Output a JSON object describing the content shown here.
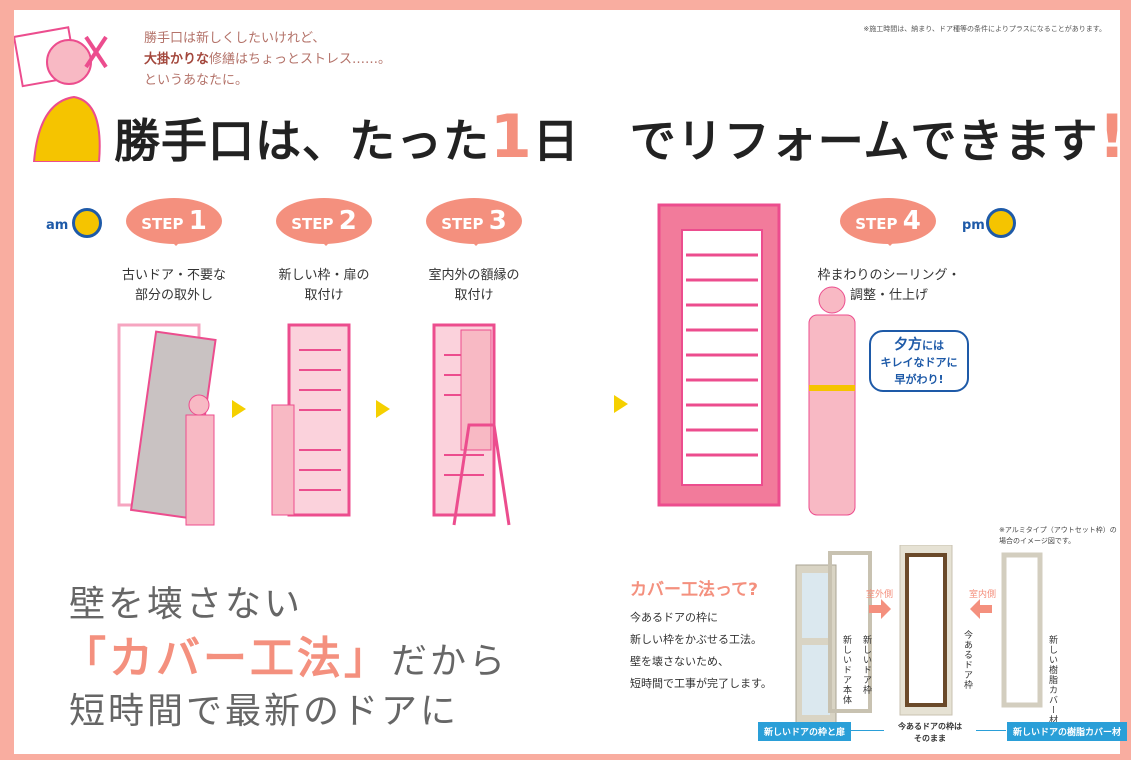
{
  "intro": {
    "line1": "勝手口は新しくしたいけれど、",
    "line2_bold": "大掛かりな",
    "line2_rest": "修繕はちょっとストレス……。",
    "line3": "というあなたに。"
  },
  "note": "※施工時間は、納まり、ドア種等の条件によりプラスになることがあります。",
  "title": {
    "part1": "勝手口は、たった",
    "num": "1",
    "day": "日",
    "part2": "でリフォームできます",
    "excl": "!"
  },
  "clock": {
    "am": "am",
    "pm": "pm"
  },
  "steps": [
    {
      "label": "STEP",
      "num": "1",
      "line1": "古いドア・不要な",
      "line2": "部分の取外し"
    },
    {
      "label": "STEP",
      "num": "2",
      "line1": "新しい枠・扉の",
      "line2": "取付け"
    },
    {
      "label": "STEP",
      "num": "3",
      "line1": "室内外の額縁の",
      "line2": "取付け"
    },
    {
      "label": "STEP",
      "num": "4",
      "line1": "枠まわりのシーリング・",
      "line2": "調整・仕上げ"
    }
  ],
  "speech": {
    "em": "夕方",
    "line1": "には",
    "line2": "キレイなドアに",
    "line3": "早がわり!"
  },
  "headline": {
    "line1": "壁を壊さない",
    "accent": "「カバー工法」",
    "line2_rest": "だから",
    "line3": "短時間で最新のドアに"
  },
  "cover": {
    "title": "カバー工法って?",
    "lines": [
      "今あるドアの枠に",
      "新しい枠をかぶせる工法。",
      "壁を壊さないため、",
      "短時間で工事が完了します。"
    ],
    "note1": "※アルミタイプ（アウトセット枠）の",
    "note2": "場合のイメージ図です。",
    "outdoor": "室外側",
    "indoor": "室内側",
    "v_body": "新しいドア本体",
    "v_frame": "新しいドア枠",
    "v_existing": "今あるドア枠",
    "v_cover": "新しい樹脂カバー材",
    "box_left": "新しいドアの枠と扉",
    "box_right": "新しいドアの樹脂カバー材",
    "center1": "今あるドアの枠は",
    "center2": "そのまま"
  }
}
